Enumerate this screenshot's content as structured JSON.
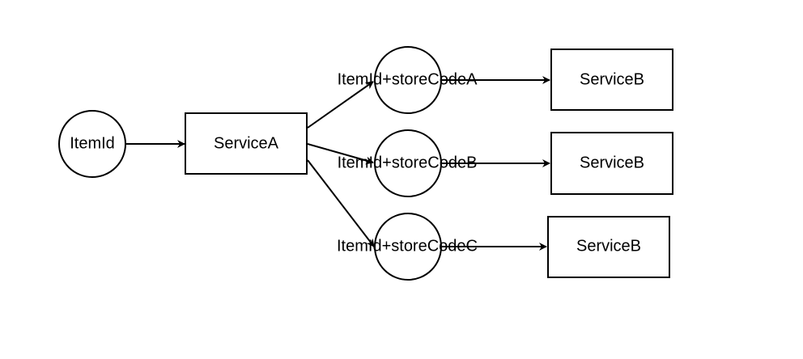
{
  "diagram": {
    "nodes": {
      "item_id": {
        "label": "ItemId"
      },
      "service_a": {
        "label": "ServiceA"
      },
      "key_a": {
        "label": "ItemId+storeCodeA"
      },
      "key_b": {
        "label": "ItemId+storeCodeB"
      },
      "key_c": {
        "label": "ItemId+storeCodeC"
      },
      "service_b_1": {
        "label": "ServiceB"
      },
      "service_b_2": {
        "label": "ServiceB"
      },
      "service_b_3": {
        "label": "ServiceB"
      }
    },
    "edges": [
      {
        "from": "item_id",
        "to": "service_a"
      },
      {
        "from": "service_a",
        "to": "key_a"
      },
      {
        "from": "service_a",
        "to": "key_b"
      },
      {
        "from": "service_a",
        "to": "key_c"
      },
      {
        "from": "key_a",
        "to": "service_b_1"
      },
      {
        "from": "key_b",
        "to": "service_b_2"
      },
      {
        "from": "key_c",
        "to": "service_b_3"
      }
    ],
    "colors": {
      "stroke": "#000000",
      "fill": "#ffffff",
      "text": "#000000"
    }
  }
}
